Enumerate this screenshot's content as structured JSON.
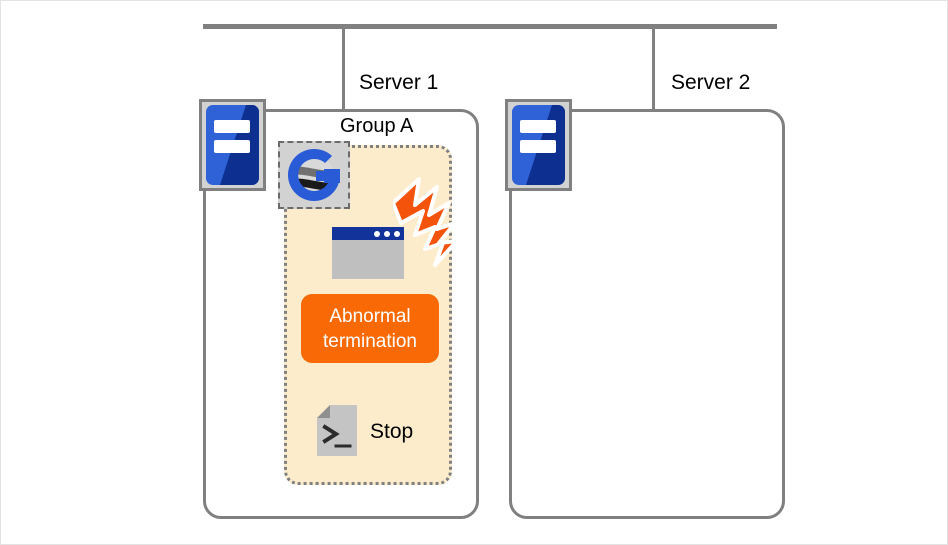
{
  "diagram": {
    "title": "Server cluster group failover diagram",
    "network": {
      "bus_name": "network-bus",
      "drops": [
        "server-1-drop",
        "server-2-drop"
      ]
    },
    "servers": [
      {
        "label": "Server 1",
        "icon": "server-icon",
        "has_group": true
      },
      {
        "label": "Server 2",
        "icon": "server-icon",
        "has_group": false
      }
    ],
    "group": {
      "label": "Group A",
      "logo_icon": "g-logo-icon",
      "application_icon": "application-window-icon",
      "failure_icon": "lightning-burst-icon",
      "status_badge": "Abnormal termination",
      "script": {
        "icon": "script-file-icon",
        "label": "Stop"
      }
    },
    "colors": {
      "accent_orange": "#f96a06",
      "group_fill": "#fdeccb",
      "line_gray": "#808080",
      "icon_blue": "#2a5bd7",
      "icon_navy": "#12349a"
    }
  }
}
